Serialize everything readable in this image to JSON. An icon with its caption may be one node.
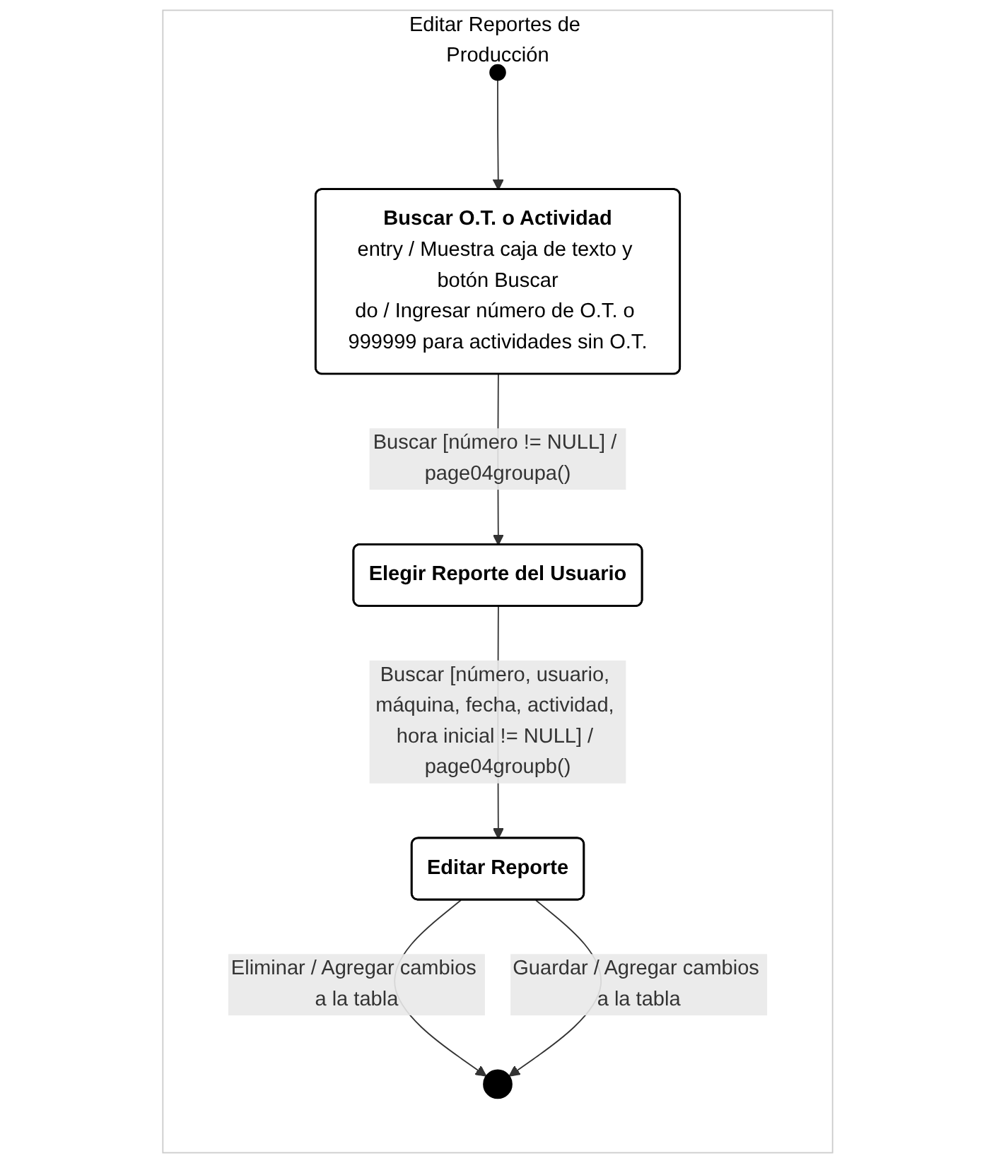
{
  "diagram": {
    "nodes": [
      {
        "text": [
          "Editar Reportes de Producción"
        ]
      },
      {
        "text": [],
        "shape": "circle",
        "in": 0
      },
      {
        "text": [
          "Buscar O.T. o Actividad",
          "entry / Muestra caja de texto y botón Buscar",
          "do / Ingresar número de O.T. o 999999 para actividades sin O.T."
        ],
        "in": 0
      },
      {
        "text": [
          "Elegir Reporte del Usuario"
        ],
        "in": 0
      },
      {
        "text": [
          "Editar Reporte"
        ],
        "in": 0
      },
      {
        "text": [],
        "shape": "circle",
        "in": 0
      }
    ],
    "edges": [
      {
        "from": 1,
        "to": 2,
        "arrow": "to"
      },
      {
        "from": 2,
        "to": 3,
        "arrow": "to",
        "label": "Buscar [número != NULL] / page04groupa()"
      },
      {
        "from": 3,
        "to": 4,
        "arrow": "to",
        "label": "Buscar [número, usuario, máquina, fecha, actividad, hora inicial != NULL] / page04groupb()"
      },
      {
        "from": 4,
        "to": 5,
        "arrow": "to",
        "label": "Eliminar / Agregar cambios a la tabla"
      },
      {
        "from": 4,
        "to": 5,
        "arrow": "to",
        "label": "Guardar / Agregar cambios a la tabla"
      }
    ]
  }
}
